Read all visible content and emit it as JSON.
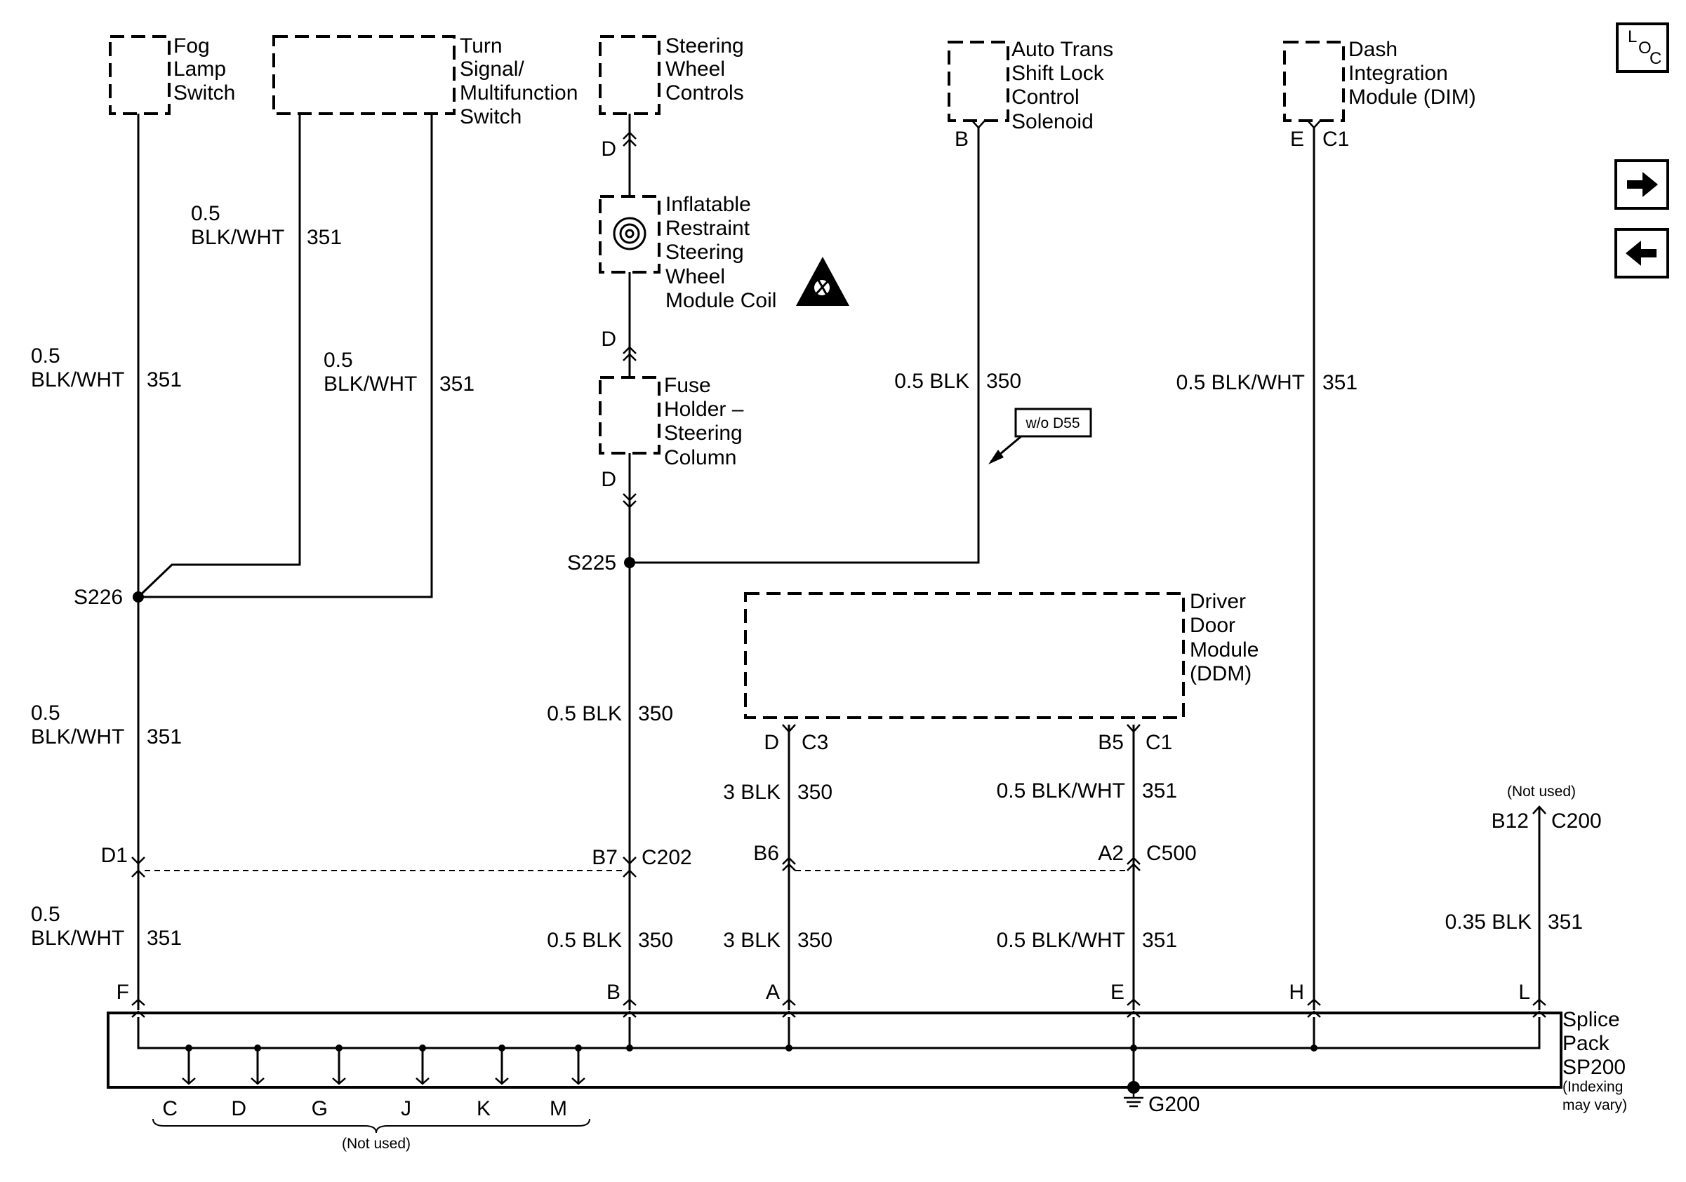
{
  "components": {
    "fog_lamp_switch": [
      "Fog",
      "Lamp",
      "Switch"
    ],
    "turn_signal_switch": [
      "Turn",
      "Signal/",
      "Multifunction",
      "Switch"
    ],
    "steering_wheel_controls": [
      "Steering",
      "Wheel",
      "Controls"
    ],
    "inflatable_restraint_coil": [
      "Inflatable",
      "Restraint",
      "Steering",
      "Wheel",
      "Module Coil"
    ],
    "fuse_holder": [
      "Fuse",
      "Holder –",
      "Steering",
      "Column"
    ],
    "auto_trans_solenoid": [
      "Auto Trans",
      "Shift Lock",
      "Control",
      "Solenoid"
    ],
    "dim": [
      "Dash",
      "Integration",
      "Module (DIM)"
    ],
    "ddm": [
      "Driver",
      "Door",
      "Module",
      "(DDM)"
    ],
    "splice_pack": [
      "Splice",
      "Pack",
      "SP200"
    ],
    "splice_pack_note": [
      "(Indexing",
      "may vary)"
    ]
  },
  "wires": {
    "fog_upper": [
      "0.5",
      "BLK/WHT",
      "351"
    ],
    "turn_left": [
      "0.5",
      "BLK/WHT",
      "351"
    ],
    "turn_right": [
      "0.5",
      "BLK/WHT",
      "351"
    ],
    "fog_mid": [
      "0.5",
      "BLK/WHT",
      "351"
    ],
    "fog_lower": [
      "0.5",
      "BLK/WHT",
      "351"
    ],
    "steer_mid": [
      "0.5 BLK",
      "350"
    ],
    "steer_lower": [
      "0.5 BLK",
      "350"
    ],
    "solenoid": [
      "0.5 BLK",
      "350"
    ],
    "dim": [
      "0.5 BLK/WHT",
      "351"
    ],
    "ddm_left_upper": [
      "3 BLK",
      "350"
    ],
    "ddm_left_lower": [
      "3 BLK",
      "350"
    ],
    "ddm_right_upper": [
      "0.5 BLK/WHT",
      "351"
    ],
    "ddm_right_lower": [
      "0.5 BLK/WHT",
      "351"
    ],
    "c200": [
      "0.35 BLK",
      "351"
    ]
  },
  "connectors": {
    "d_top": "D",
    "d_mid": "D",
    "d_low": "D",
    "solenoid_pin": "B",
    "dim_pin": "E",
    "dim_conn": "C1",
    "ddm_left_pin": "D",
    "ddm_left_conn": "C3",
    "ddm_right_pin": "B5",
    "ddm_right_conn": "C1",
    "c202_left_pin": "D1",
    "c202_mid_pin": "B7",
    "c202_conn": "C202",
    "c500_left_pin": "B6",
    "c500_right_pin": "A2",
    "c500_conn": "C500",
    "c200_pin": "B12",
    "c200_conn": "C200",
    "c200_note": "(Not used)"
  },
  "splices": {
    "s226": "S226",
    "s225": "S225"
  },
  "option_flag": "w/o D55",
  "sp_pins_top": {
    "f": "F",
    "b": "B",
    "a": "A",
    "e": "E",
    "h": "H",
    "l": "L"
  },
  "sp_pins_bottom": [
    "C",
    "D",
    "G",
    "J",
    "K",
    "M"
  ],
  "sp_bottom_note": "(Not used)",
  "ground": "G200",
  "nav": {
    "loc_l": "L",
    "loc_o": "O",
    "loc_c": "C"
  }
}
